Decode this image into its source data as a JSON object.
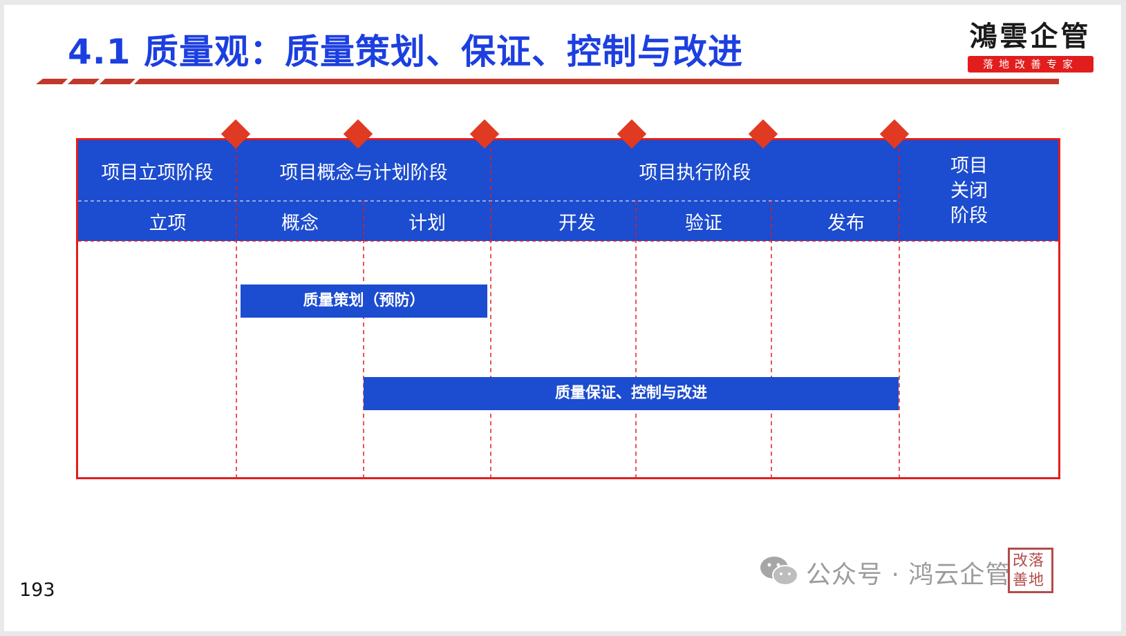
{
  "slide": {
    "title": "4.1 质量观：质量策划、保证、控制与改进",
    "page_number": "193"
  },
  "logo": {
    "name": "鴻雲企管",
    "tagline": "落地改善专家"
  },
  "diagram": {
    "phases": [
      {
        "label": "项目立项阶段",
        "subs": [
          "立项"
        ]
      },
      {
        "label": "项目概念与计划阶段",
        "subs": [
          "概念",
          "计划"
        ]
      },
      {
        "label": "项目执行阶段",
        "subs": [
          "开发",
          "验证",
          "发布"
        ]
      }
    ],
    "closure_phase": "项目\n关闭\n阶段",
    "bars": [
      {
        "label": "质量策划（预防）"
      },
      {
        "label": "质量保证、控制与改进"
      }
    ],
    "colors": {
      "band": "#1c4ccf",
      "border": "#e21d1d",
      "marker": "#e03a22",
      "divider": "#e21d1d"
    }
  },
  "watermark": {
    "text": "公众号 · 鸿云企管",
    "icon": "wechat-icon",
    "seal_text": "改落善地"
  }
}
